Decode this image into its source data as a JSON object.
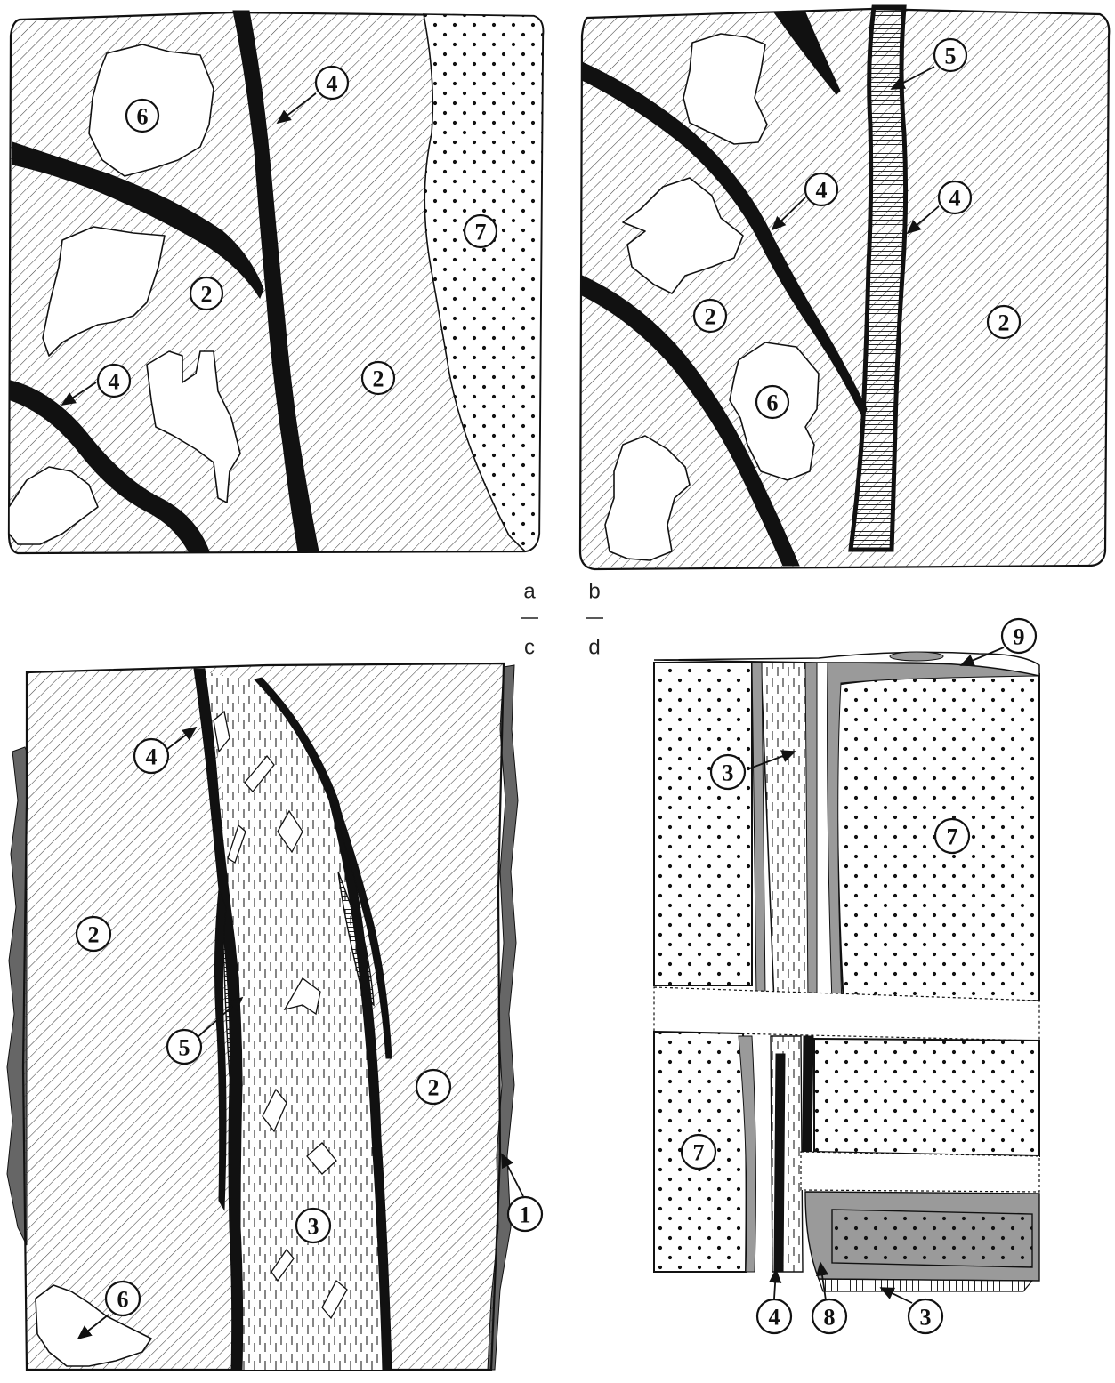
{
  "panel_letters": {
    "a": "a",
    "b": "b",
    "c": "c",
    "d": "d"
  },
  "panel_a": {
    "labels": [
      "6",
      "4",
      "7",
      "2",
      "2",
      "4"
    ]
  },
  "panel_b": {
    "labels": [
      "5",
      "4",
      "4",
      "2",
      "2",
      "6"
    ]
  },
  "panel_c": {
    "labels": [
      "4",
      "2",
      "5",
      "2",
      "3",
      "6",
      "1"
    ]
  },
  "panel_d": {
    "labels": [
      "9",
      "3",
      "7",
      "7",
      "4",
      "8",
      "3"
    ]
  },
  "colors": {
    "ink": "#111111",
    "hatch": "#444444",
    "grey_rim": "#9a9a9a",
    "dark_grey_crust": "#666666",
    "paper": "#ffffff"
  }
}
